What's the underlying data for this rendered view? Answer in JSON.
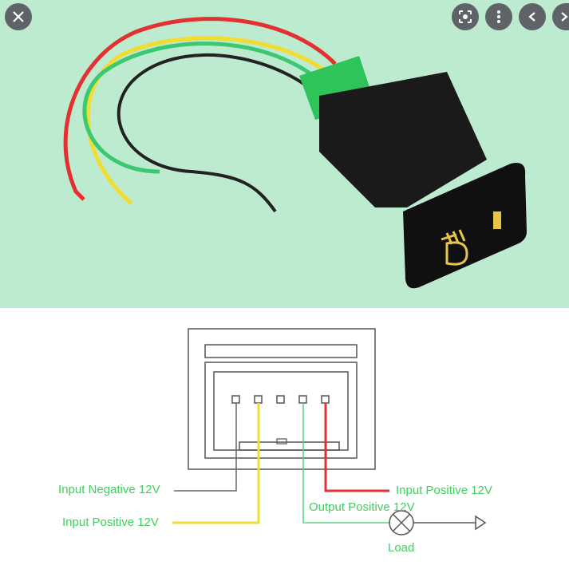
{
  "toolbar": {
    "close_icon": "close-icon",
    "lens_icon": "lens-icon",
    "more_icon": "more-vert-icon",
    "prev_icon": "chevron-left-icon",
    "next_icon": "chevron-right-icon"
  },
  "diagram": {
    "labels": {
      "input_negative": "Input Negative 12V",
      "input_positive_left": "Input Positive 12V",
      "input_positive_right": "Input Positive 12V",
      "output_positive": "Output Positive 12V",
      "load": "Load"
    }
  },
  "colors": {
    "photo_bg": "#bdebd0",
    "wire_red": "#e33030",
    "wire_yellow": "#f2dc2f",
    "wire_green": "#3cc773",
    "wire_black": "#222222",
    "label_green": "#3fcf5f",
    "switch_icon": "#e8c447"
  }
}
